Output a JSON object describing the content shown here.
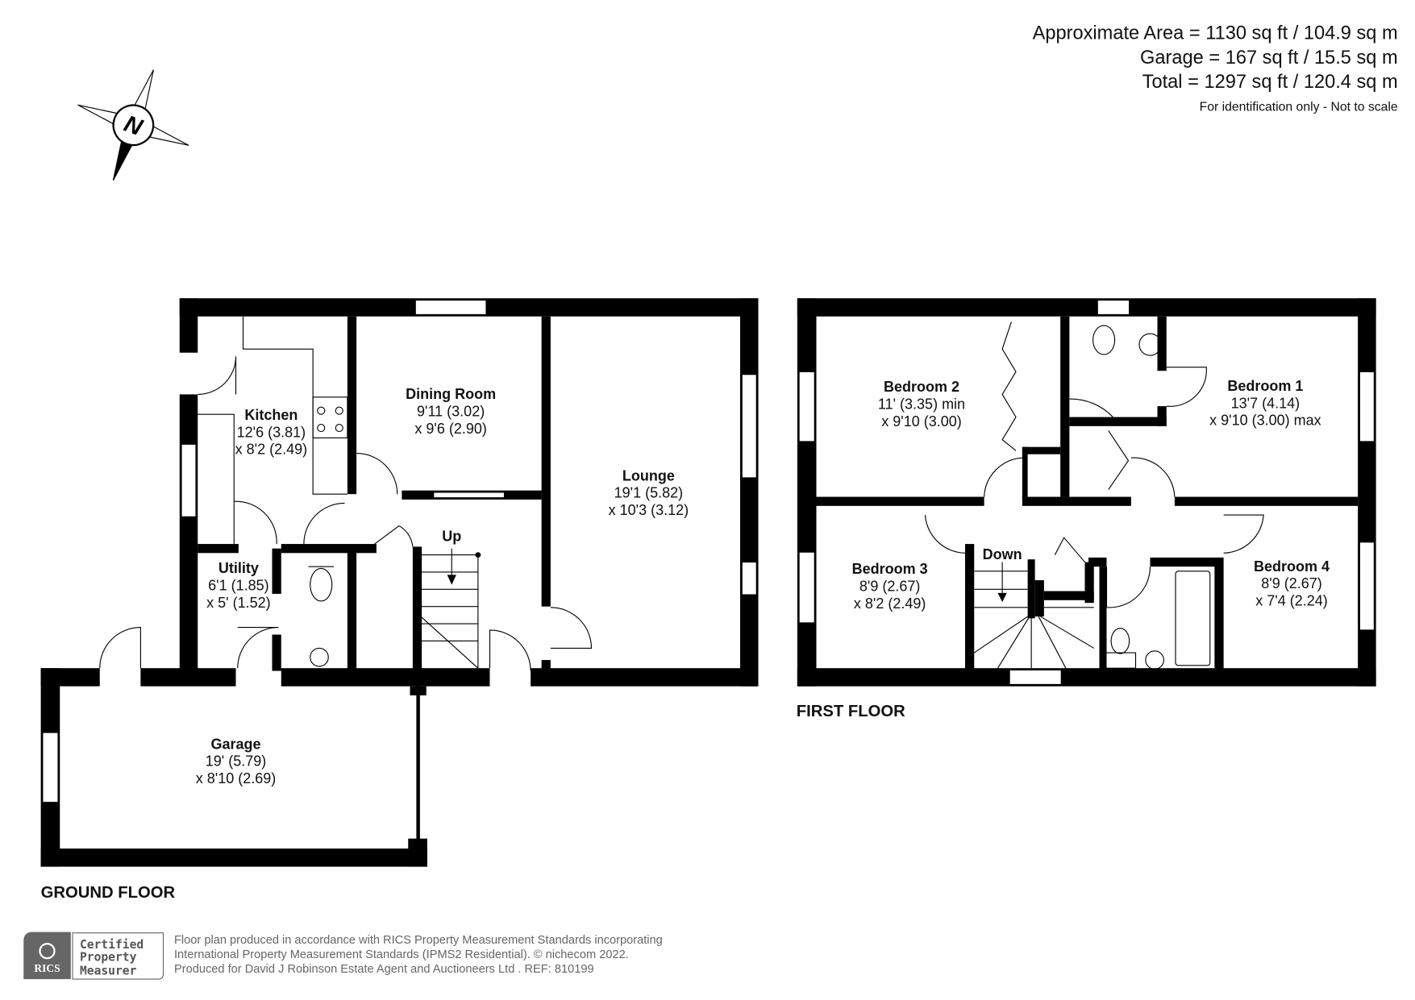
{
  "areas": {
    "approximate": "Approximate Area = 1130 sq ft / 104.9 sq m",
    "garage": "Garage = 167 sq ft / 15.5 sq m",
    "total": "Total = 1297 sq ft / 120.4 sq m",
    "note": "For identification only - Not to scale"
  },
  "compass": {
    "label": "N",
    "icon": "north-arrow-icon"
  },
  "ground_floor": {
    "title": "GROUND FLOOR",
    "stairs_label": "Up",
    "rooms": [
      {
        "name": "Kitchen",
        "dim1": "12'6 (3.81)",
        "dim2": "x 8'2 (2.49)"
      },
      {
        "name": "Dining Room",
        "dim1": "9'11 (3.02)",
        "dim2": "x 9'6 (2.90)"
      },
      {
        "name": "Lounge",
        "dim1": "19'1 (5.82)",
        "dim2": "x 10'3 (3.12)"
      },
      {
        "name": "Utility",
        "dim1": "6'1 (1.85)",
        "dim2": "x 5' (1.52)"
      },
      {
        "name": "Garage",
        "dim1": "19' (5.79)",
        "dim2": "x 8'10 (2.69)"
      }
    ]
  },
  "first_floor": {
    "title": "FIRST FLOOR",
    "stairs_label": "Down",
    "rooms": [
      {
        "name": "Bedroom 2",
        "dim1": "11' (3.35) min",
        "dim2": "x 9'10 (3.00)"
      },
      {
        "name": "Bedroom 1",
        "dim1": "13'7 (4.14)",
        "dim2": "x 9'10 (3.00) max"
      },
      {
        "name": "Bedroom 3",
        "dim1": "8'9 (2.67)",
        "dim2": "x 8'2 (2.49)"
      },
      {
        "name": "Bedroom 4",
        "dim1": "8'9 (2.67)",
        "dim2": "x 7'4 (2.24)"
      }
    ]
  },
  "footer": {
    "badge_logo": "RICS",
    "badge_line1": "Certified",
    "badge_line2": "Property",
    "badge_line3": "Measurer",
    "line1": "Floor plan produced in accordance with RICS Property Measurement Standards incorporating",
    "line2": "International Property Measurement Standards (IPMS2 Residential).   © nichecom 2022.",
    "line3": "Produced for David J Robinson Estate Agent and Auctioneers Ltd .   REF:  810199"
  }
}
